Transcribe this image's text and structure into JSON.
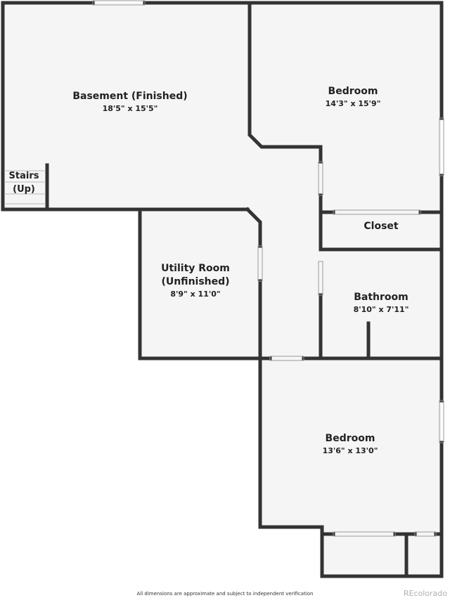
{
  "rooms": {
    "basement": {
      "name": "Basement (Finished)",
      "dims": "18'5\" x 15'5\""
    },
    "bedroom_top": {
      "name": "Bedroom",
      "dims": "14'3\" x 15'9\""
    },
    "stairs": {
      "line1": "Stairs",
      "line2": "(Up)"
    },
    "closet": {
      "name": "Closet"
    },
    "utility": {
      "line1": "Utility Room",
      "line2": "(Unfinished)",
      "dims": "8'9\" x 11'0\""
    },
    "bathroom": {
      "name": "Bathroom",
      "dims": "8'10\" x 7'11\""
    },
    "bedroom_bottom": {
      "name": "Bedroom",
      "dims": "13'6\" x 13'0\""
    }
  },
  "footer": {
    "note": "All dimensions are approximate and subject to independent verification",
    "brand": "REcolorado"
  },
  "colors": {
    "wall": "#333333",
    "floor": "#f5f5f5",
    "background": "#ffffff"
  }
}
